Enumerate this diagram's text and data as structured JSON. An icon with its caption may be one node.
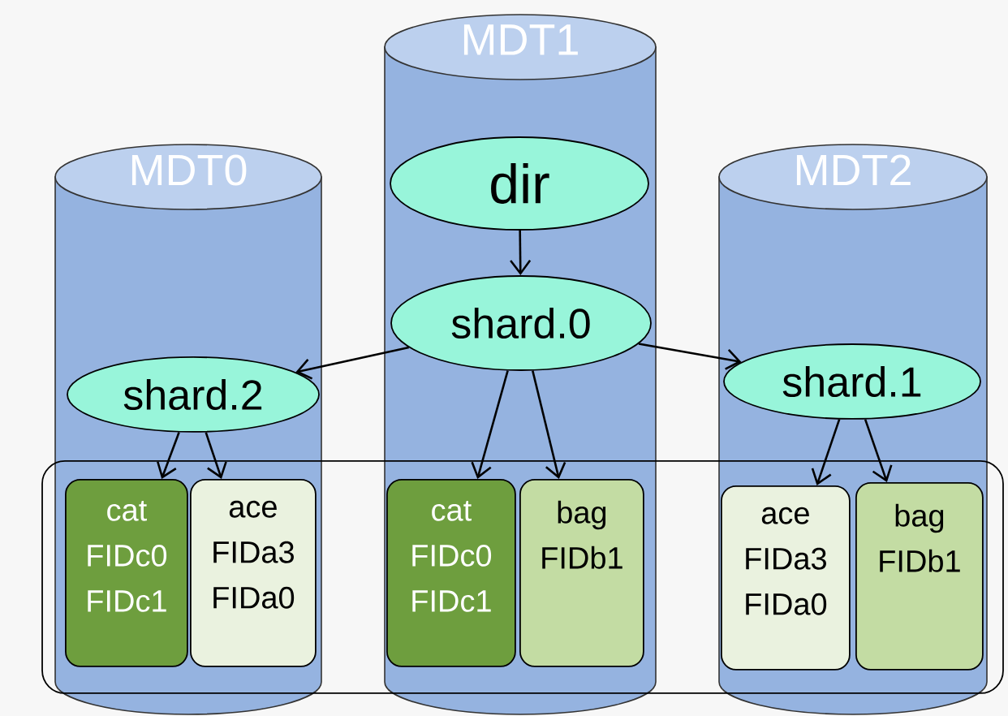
{
  "diagram": {
    "nodes": [
      {
        "text": [
          "MDT0"
        ]
      },
      {
        "text": [
          "MDT1"
        ]
      },
      {
        "text": [
          "MDT2"
        ]
      },
      {
        "text": [
          "dir"
        ],
        "in": 1
      },
      {
        "text": [
          "shard.0"
        ],
        "in": 1
      },
      {
        "text": [
          "shard.2"
        ],
        "in": 0
      },
      {
        "text": [
          "shard.1"
        ],
        "in": 2
      },
      {
        "text": [
          "cat",
          "FIDc0",
          "FIDc1"
        ],
        "in": 0
      },
      {
        "text": [
          "ace",
          "FIDa3",
          "FIDa0"
        ],
        "in": 0
      },
      {
        "text": [
          "cat",
          "FIDc0",
          "FIDc1"
        ],
        "in": 1
      },
      {
        "text": [
          "bag",
          "FIDb1"
        ],
        "in": 1
      },
      {
        "text": [
          "ace",
          "FIDa3",
          "FIDa0"
        ],
        "in": 2
      },
      {
        "text": [
          "bag",
          "FIDb1"
        ],
        "in": 2
      }
    ],
    "edges": [
      {
        "from": 3,
        "to": 4,
        "arrow": "to"
      },
      {
        "from": 4,
        "to": 5,
        "arrow": "to"
      },
      {
        "from": 4,
        "to": 6,
        "arrow": "to"
      },
      {
        "from": 4,
        "to": 9,
        "arrow": "to"
      },
      {
        "from": 4,
        "to": 10,
        "arrow": "to"
      },
      {
        "from": 5,
        "to": 7,
        "arrow": "to"
      },
      {
        "from": 5,
        "to": 8,
        "arrow": "to"
      },
      {
        "from": 6,
        "to": 11,
        "arrow": "to"
      },
      {
        "from": 6,
        "to": 12,
        "arrow": "to"
      }
    ]
  }
}
